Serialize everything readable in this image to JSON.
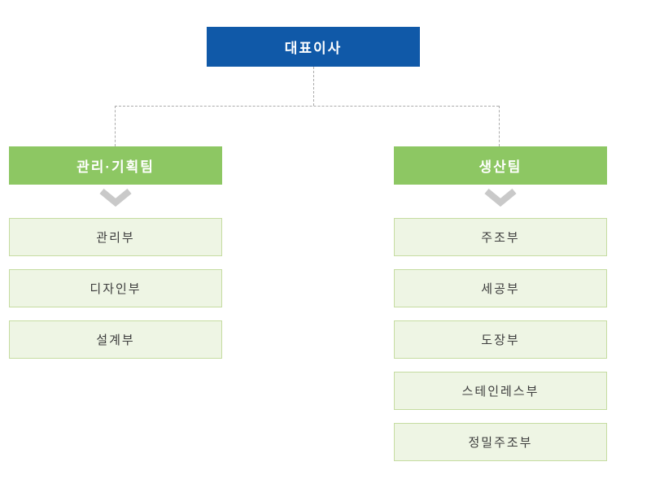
{
  "chart_title": "organization-chart",
  "ceo": {
    "label": "대표이사"
  },
  "teams": [
    {
      "label": "관리·기획팀",
      "departments": [
        "관리부",
        "디자인부",
        "설계부"
      ]
    },
    {
      "label": "생산팀",
      "departments": [
        "주조부",
        "세공부",
        "도장부",
        "스테인레스부",
        "정밀주조부"
      ]
    }
  ],
  "icons": {
    "chevron_down": "chevron-down-icon"
  },
  "colors": {
    "blue": "#1059a8",
    "green": "#8dc763",
    "dept-bg": "#eef5e4",
    "dept-border": "#c5dca0",
    "dept-text": "#3c3c3c",
    "line": "#ababab",
    "chevron": "#c9c9c9",
    "white": "#ffffff"
  }
}
